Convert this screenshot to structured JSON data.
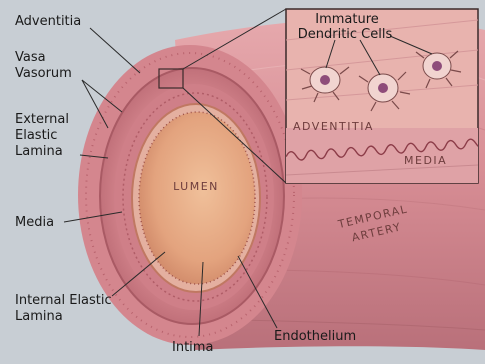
{
  "labels": {
    "adventitia": "Adventitia",
    "vasa_vasorum_line1": "Vasa",
    "vasa_vasorum_line2": "Vasorum",
    "external_elastic_line1": "External",
    "external_elastic_line2": "Elastic",
    "external_elastic_line3": "Lamina",
    "media": "Media",
    "internal_elastic_line1": "Internal Elastic",
    "internal_elastic_line2": "Lamina",
    "intima": "Intima",
    "endothelium": "Endothelium",
    "lumen": "LUMEN",
    "temporal_artery_line1": "TEMPORAL",
    "temporal_artery_line2": "ARTERY"
  },
  "inset": {
    "title_line1": "Immature",
    "title_line2": "Dendritic Cells",
    "adventitia_label": "ADVENTITIA",
    "media_label": "MEDIA"
  },
  "colors": {
    "background": "#c8ced4",
    "vessel_outer": "#d9939a",
    "media_band": "#c97882",
    "lumen": "#e7ab86",
    "inset_bg": "#e9b4b0"
  }
}
